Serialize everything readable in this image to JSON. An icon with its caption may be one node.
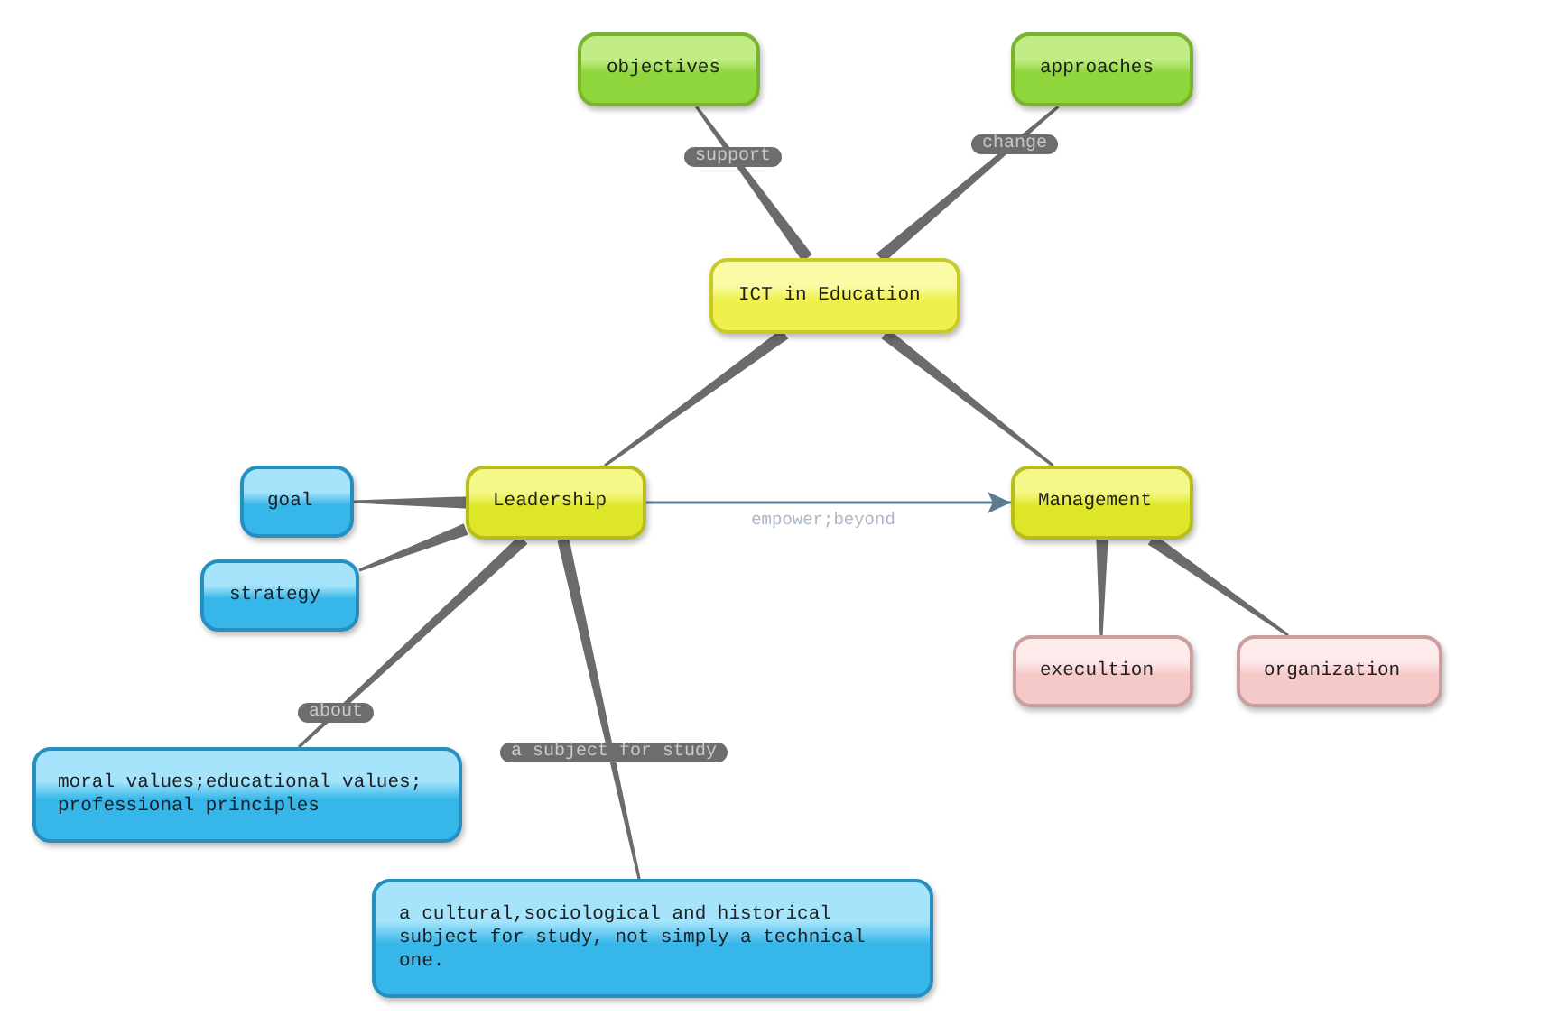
{
  "diagram": {
    "nodes": [
      {
        "text": [
          "ICT in Education"
        ]
      },
      {
        "text": [
          "objectives"
        ]
      },
      {
        "text": [
          "approaches"
        ]
      },
      {
        "text": [
          "Leadership"
        ]
      },
      {
        "text": [
          "Management"
        ]
      },
      {
        "text": [
          "goal"
        ]
      },
      {
        "text": [
          "strategy"
        ]
      },
      {
        "text": [
          "execultion"
        ]
      },
      {
        "text": [
          "organization"
        ]
      },
      {
        "text": [
          "moral values;educational values; professional principles"
        ]
      },
      {
        "text": [
          "a cultural,sociological and historical subject for study, not simply a technical one."
        ]
      }
    ],
    "edges": [
      {
        "from": 0,
        "to": 1,
        "arrow": "none",
        "label": "support"
      },
      {
        "from": 0,
        "to": 2,
        "arrow": "none",
        "label": "change"
      },
      {
        "from": 0,
        "to": 3,
        "arrow": "none"
      },
      {
        "from": 0,
        "to": 4,
        "arrow": "none"
      },
      {
        "from": 3,
        "to": 5,
        "arrow": "none"
      },
      {
        "from": 3,
        "to": 6,
        "arrow": "none"
      },
      {
        "from": 3,
        "to": 9,
        "arrow": "none",
        "label": "about"
      },
      {
        "from": 3,
        "to": 10,
        "arrow": "none",
        "label": "a subject for study"
      },
      {
        "from": 4,
        "to": 7,
        "arrow": "none"
      },
      {
        "from": 4,
        "to": 8,
        "arrow": "none"
      },
      {
        "from": 3,
        "to": 4,
        "arrow": "to",
        "label": "empower;beyond",
        "color": "#5b7b91"
      }
    ]
  }
}
